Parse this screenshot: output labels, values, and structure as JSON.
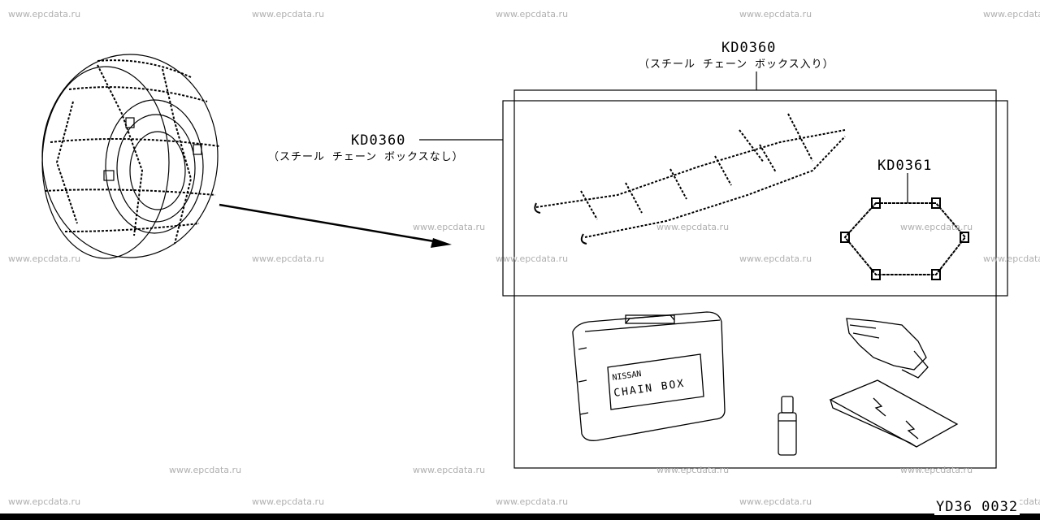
{
  "watermark": "www.epcdata.ru",
  "labels": {
    "kit_with_box_part": "KD0360",
    "kit_with_box_note": "（スチール チェーン ボックス入り）",
    "kit_no_box_part": "KD0360",
    "kit_no_box_note": "（スチール チェーン ボックスなし）",
    "band_part": "KD0361",
    "box_text_line1": "NISSAN",
    "box_text_line2": "CHAIN BOX"
  },
  "diagram_ref": "YD36 0032"
}
